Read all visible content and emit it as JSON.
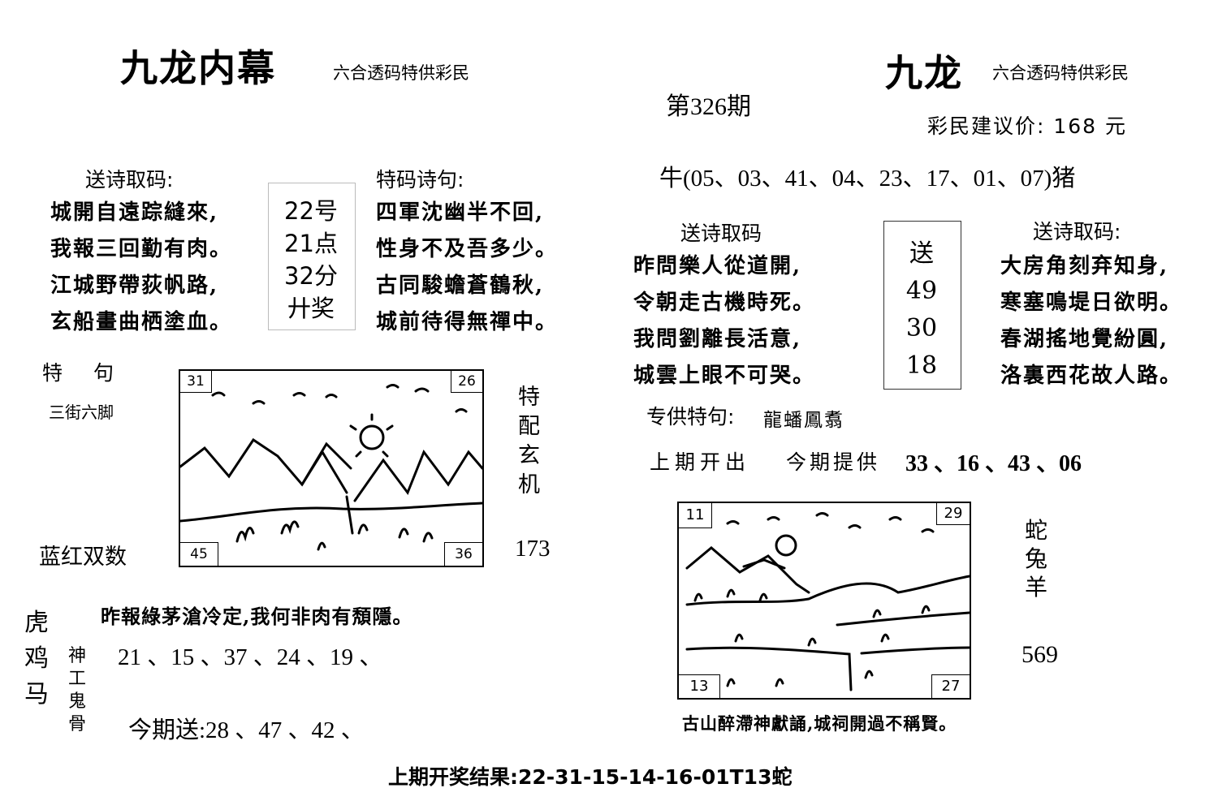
{
  "left": {
    "title": "九龙内幕",
    "subtitle": "六合透码特供彩民",
    "poem_a": {
      "header": "送诗取码:",
      "lines": [
        "城開自遠踪縫來,",
        "我報三回勤有肉。",
        "江城野帶荻帆路,",
        "玄船畫曲栖塗血。"
      ]
    },
    "codebox": [
      "22号",
      "21点",
      "32分",
      "廾奖"
    ],
    "poem_b": {
      "header": "特码诗句:",
      "lines": [
        "四軍沈幽半不回,",
        "性身不及吾多少。",
        "古同駿蟾蒼鶴秋,",
        "城前待得無禪中。"
      ]
    },
    "special_label": "特 句",
    "special_value": "三街六脚",
    "side_label": "蓝红双数",
    "picture_corners": {
      "top_left": "31",
      "top_right": "26",
      "bottom_left": "45",
      "bottom_right": "36"
    },
    "vertical_label": [
      "特",
      "配",
      "玄",
      "机"
    ],
    "side_number": "173",
    "zodiac_vertical": [
      "虎",
      "鸡",
      "马"
    ],
    "bottom_line": "昨報綠茅滄冷定,我何非肉有頽隱。",
    "shengong_label": [
      "神",
      "工",
      "鬼",
      "骨"
    ],
    "number_row": "21 、15 、37 、24 、19 、",
    "today_send": "今期送:28 、47 、42 、"
  },
  "right": {
    "title": "九龙",
    "subtitle": "六合透码特供彩民",
    "issue": "第326期",
    "price": "彩民建议价:  168 元",
    "niu_line": "牛(05、03、41、04、23、17、01、07)猪",
    "poem_a": {
      "header": "送诗取码",
      "lines": [
        "昨問樂人從道開,",
        "令朝走古機時死。",
        "我問劉離長活意,",
        "城雲上眼不可哭。"
      ]
    },
    "sendbox": [
      "送",
      "49",
      "30",
      "18"
    ],
    "poem_b": {
      "header": "送诗取码:",
      "lines": [
        "大房角刻弃知身,",
        "寒塞鳴堤日欲明。",
        "春湖搖地覺紛圓,",
        "洛裏西花故人路。"
      ]
    },
    "special_label": "专供特句:",
    "special_value": "龍蟠鳳翥",
    "last_issue_label": "上期开出",
    "this_issue_label": "今期提供",
    "this_issue_numbers": "33 、16 、43 、06",
    "picture_corners": {
      "top_left": "11",
      "top_right": "29",
      "bottom_left": "13",
      "bottom_right": "27"
    },
    "zodiac_vertical": [
      "蛇",
      "兔",
      "羊"
    ],
    "side_number": "569",
    "caption": "古山醉滯神獻誦,城祠開過不稱賢。"
  },
  "footer": "上期开奖结果:22-31-15-14-16-01T13蛇"
}
